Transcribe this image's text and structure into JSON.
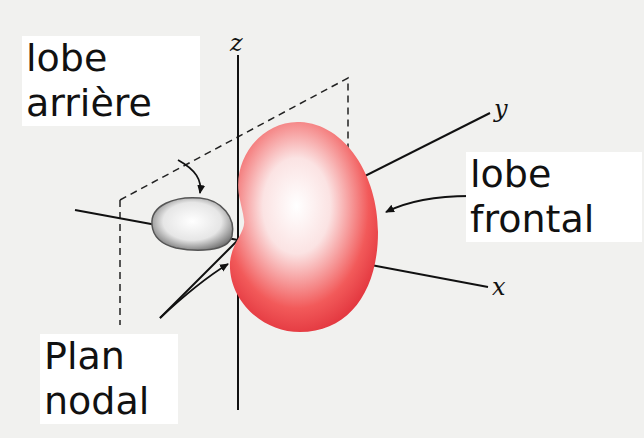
{
  "diagram": {
    "labels": [
      "lobe arrière",
      "lobe frontal",
      "Plan nodal",
      "z",
      "y",
      "x"
    ]
  }
}
